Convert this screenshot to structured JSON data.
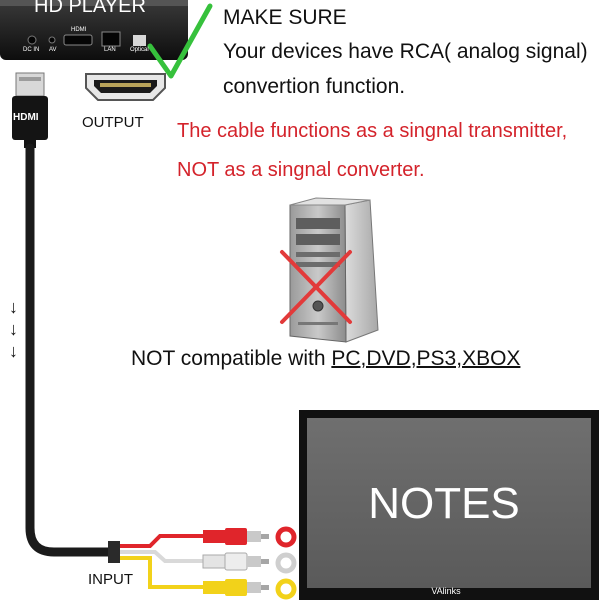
{
  "player": {
    "title": "HD PLAYER",
    "ports": [
      "DC IN",
      "AV",
      "HDMI",
      "LAN",
      "Optical"
    ]
  },
  "notice": {
    "heading": "MAKE SURE",
    "line1": "Your devices have RCA( analog signal)",
    "line2": "convertion function."
  },
  "output_label": "OUTPUT",
  "hdmi_plug_text": "HDMI",
  "warning": {
    "line1": "The cable functions as a singnal transmitter,",
    "line2": "NOT as a singnal converter.",
    "color": "#d4232b"
  },
  "compatibility": {
    "prefix": "NOT compatible with ",
    "devices": "PC,DVD,PS3,XBOX"
  },
  "signal_arrows": "↓\n↓\n↓",
  "input_label": "INPUT",
  "tv": {
    "screen_text": "NOTES",
    "brand": "VAlinks"
  },
  "colors": {
    "check": "#36c13c",
    "cross": "#e23a3a",
    "rca_red": "#e0252b",
    "rca_white": "#e6e6e6",
    "rca_yellow": "#f2d21a",
    "cable": "#1b1b1b"
  },
  "icons": [
    "check-icon",
    "computer-tower-icon",
    "cross-icon",
    "hdmi-plug-icon",
    "rca-plug-icon"
  ]
}
